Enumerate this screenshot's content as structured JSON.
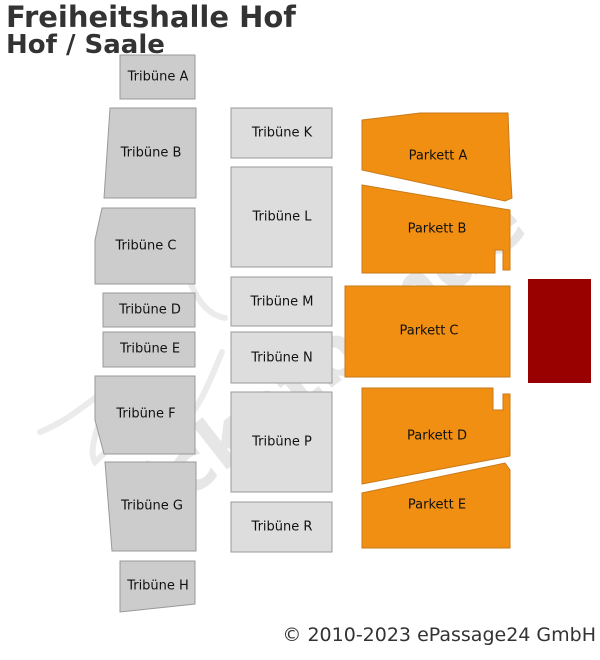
{
  "header": {
    "title": "Freiheitshalle Hof",
    "subtitle": "Hof / Saale"
  },
  "watermark": {
    "text": "ticketbande"
  },
  "colors": {
    "tribune_left": "#cccccc",
    "tribune_middle": "#dddddd",
    "parkett": "#f18f12",
    "reserved_block": "#990000"
  },
  "sections": {
    "tribune_a": "Tribüne A",
    "tribune_b": "Tribüne B",
    "tribune_c": "Tribüne C",
    "tribune_d": "Tribüne D",
    "tribune_e": "Tribüne E",
    "tribune_f": "Tribüne F",
    "tribune_g": "Tribüne G",
    "tribune_h": "Tribüne H",
    "tribune_k": "Tribüne K",
    "tribune_l": "Tribüne L",
    "tribune_m": "Tribüne M",
    "tribune_n": "Tribüne N",
    "tribune_p": "Tribüne P",
    "tribune_r": "Tribüne R",
    "parkett_a": "Parkett A",
    "parkett_b": "Parkett B",
    "parkett_c": "Parkett C",
    "parkett_d": "Parkett D",
    "parkett_e": "Parkett E"
  },
  "footer": {
    "copyright": "© 2010-2023 ePassage24 GmbH"
  }
}
